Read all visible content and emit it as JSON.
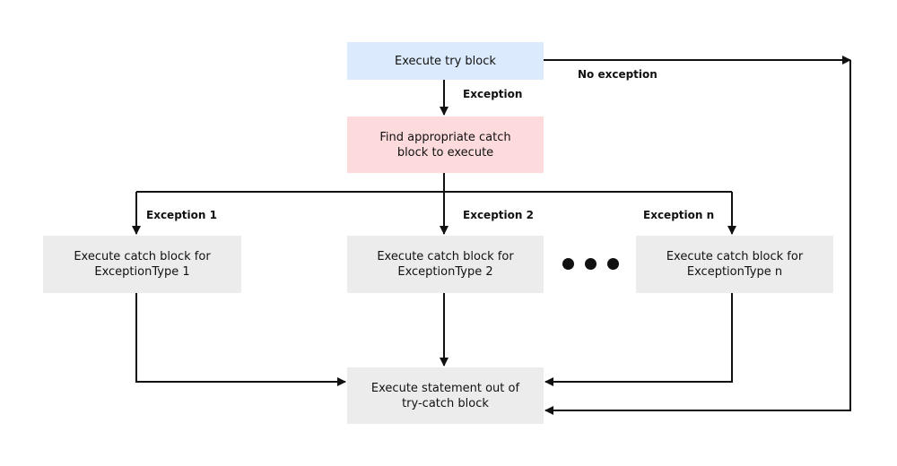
{
  "colors": {
    "try": "#dbeafc",
    "find": "#fddadc",
    "neutral": "#ececec",
    "line": "#111111"
  },
  "nodes": {
    "try_block": "Execute try block",
    "find_catch": "Find appropriate catch\nblock to execute",
    "catch1": "Execute catch block for\nExceptionType 1",
    "catch2": "Execute catch block for\nExceptionType 2",
    "catchn": "Execute catch block for\nExceptionType n",
    "after": "Execute statement out of\ntry-catch block"
  },
  "edge_labels": {
    "no_exception": "No exception",
    "exception": "Exception",
    "exception1": "Exception 1",
    "exception2": "Exception 2",
    "exceptionn": "Exception n"
  }
}
